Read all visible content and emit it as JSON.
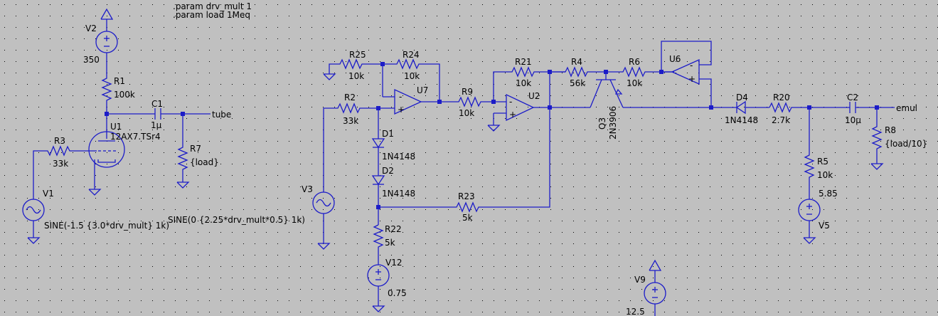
{
  "params": [
    ".param drv_mult 1",
    ".param load 1Meq"
  ],
  "components": {
    "V2": {
      "name": "V2",
      "value": "350"
    },
    "R1": {
      "name": "R1",
      "value": "100k"
    },
    "C1": {
      "name": "C1",
      "value": "1µ"
    },
    "U1": {
      "name": "U1",
      "value": "12AX7.TSr4"
    },
    "R3": {
      "name": "R3",
      "value": "33k"
    },
    "R7": {
      "name": "R7",
      "value": "{load}"
    },
    "V1": {
      "name": "V1",
      "value": "SINE(-1.5 {3.0*drv_mult} 1k)"
    },
    "R25": {
      "name": "R25",
      "value": "10k"
    },
    "R24": {
      "name": "R24",
      "value": "10k"
    },
    "U7": {
      "name": "U7"
    },
    "R2": {
      "name": "R2",
      "value": "33k"
    },
    "D1": {
      "name": "D1",
      "value": "1N4148"
    },
    "D2": {
      "name": "D2",
      "value": "1N4148"
    },
    "V3": {
      "name": "V3",
      "value": "SINE(0 {2.25*drv_mult*0.5} 1k)"
    },
    "R23": {
      "name": "R23",
      "value": "5k"
    },
    "R22": {
      "name": "R22",
      "value": "5k"
    },
    "V12": {
      "name": "V12",
      "value": "0.75"
    },
    "R9": {
      "name": "R9",
      "value": "10k"
    },
    "R21": {
      "name": "R21",
      "value": "10k"
    },
    "U2": {
      "name": "U2"
    },
    "R4": {
      "name": "R4",
      "value": "56k"
    },
    "Q3": {
      "name": "Q3",
      "value": "2N3906"
    },
    "R6": {
      "name": "R6",
      "value": "10k"
    },
    "U6": {
      "name": "U6"
    },
    "D4": {
      "name": "D4",
      "value": "1N4148"
    },
    "R20": {
      "name": "R20",
      "value": "2.7k"
    },
    "C2": {
      "name": "C2",
      "value": "10µ"
    },
    "R8": {
      "name": "R8",
      "value": "{load/10}"
    },
    "R5": {
      "name": "R5",
      "value": "10k"
    },
    "V5": {
      "name": "V5",
      "value": "5.85"
    },
    "V9": {
      "name": "V9",
      "value": "12.5"
    }
  },
  "nets": {
    "tube": "tube",
    "emul": "emul"
  },
  "colors": {
    "background": "#c0c0c0",
    "wire": "#1c1cc8",
    "text": "#000000",
    "grid": "#000000"
  }
}
